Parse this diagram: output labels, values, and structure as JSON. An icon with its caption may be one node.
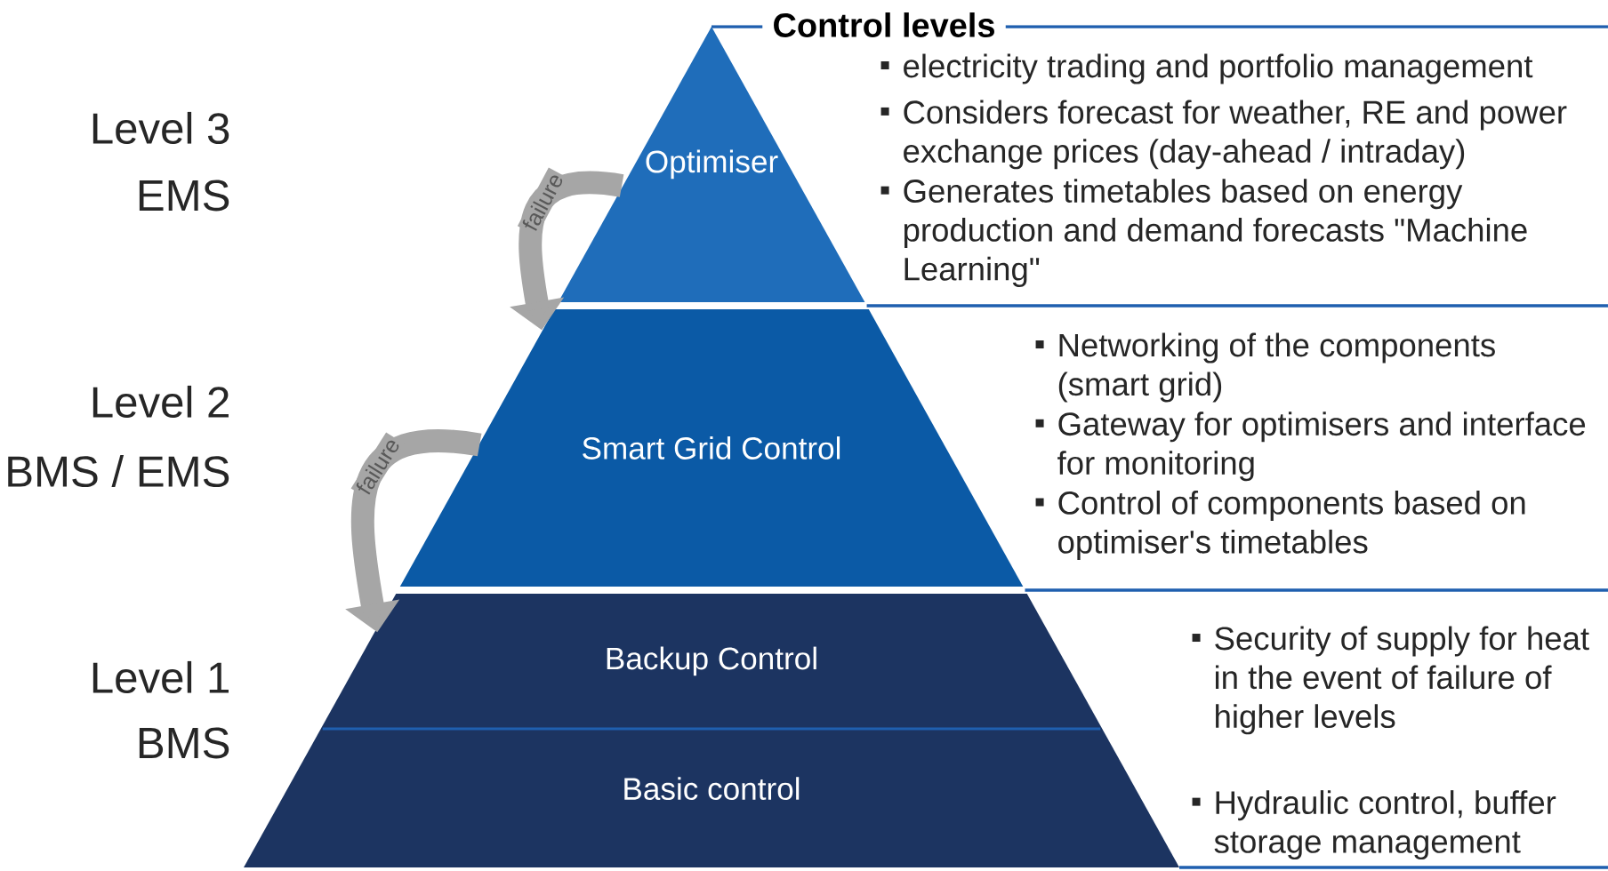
{
  "diagram": {
    "title": "Control levels",
    "nodes": [
      {
        "text": [
          "Optimiser"
        ]
      },
      {
        "text": [
          "Smart Grid Control"
        ]
      },
      {
        "text": [
          "Backup Control"
        ]
      },
      {
        "text": [
          "Basic control"
        ]
      },
      {
        "text": [
          "electricity trading and portfolio management",
          "Considers forecast for weather, RE and power exchange prices (day-ahead / intraday)",
          "Generates timetables based on energy production and demand forecasts \"Machine Learning\""
        ]
      },
      {
        "text": [
          "Networking of the components (smart grid)",
          "Gateway for optimisers and interface for monitoring",
          "Control of components based on optimiser's timetables"
        ]
      },
      {
        "text": [
          "Security of supply for heat in the event of failure of higher levels",
          "Hydraulic control, buffer storage management"
        ]
      }
    ],
    "edges": [
      {
        "from": 0,
        "to": 1,
        "arrow": "to",
        "label": "failure"
      },
      {
        "from": 1,
        "to": 2,
        "arrow": "to",
        "label": "failure"
      }
    ],
    "labels": [
      "Level 3",
      "EMS",
      "Level 2",
      "BMS / EMS",
      "Level 1",
      "BMS"
    ]
  }
}
